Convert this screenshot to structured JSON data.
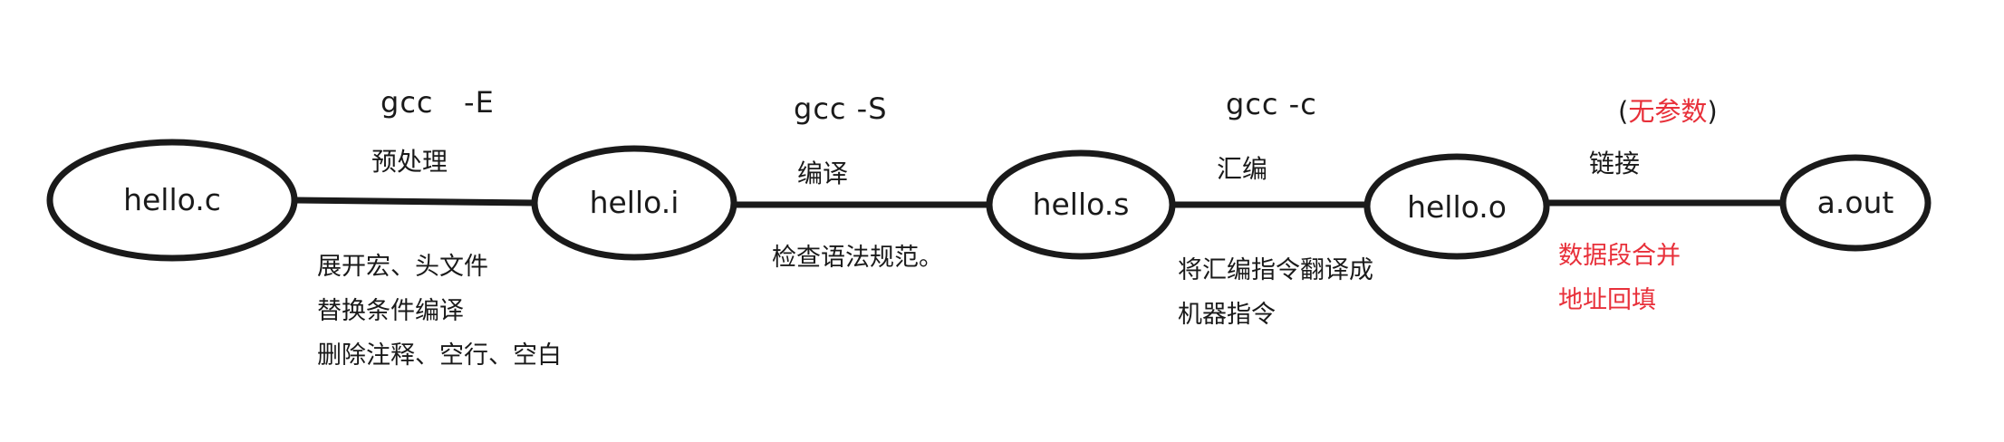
{
  "nodes": [
    {
      "id": "hello_c",
      "label": "hello.c"
    },
    {
      "id": "hello_i",
      "label": "hello.i"
    },
    {
      "id": "hello_s",
      "label": "hello.s"
    },
    {
      "id": "hello_o",
      "label": "hello.o"
    },
    {
      "id": "a_out",
      "label": "a.out"
    }
  ],
  "stages": [
    {
      "command": "gcc   -E",
      "name": "预处理",
      "notes": [
        "展开宏、头文件",
        "替换条件编译",
        "删除注释、空行、空白"
      ]
    },
    {
      "command": "gcc -S",
      "name": "编译",
      "notes": [
        "检查语法规范。"
      ]
    },
    {
      "command": "gcc -c",
      "name": "汇编",
      "notes": [
        "将汇编指令翻译成",
        "机器指令"
      ]
    },
    {
      "command_open": "(",
      "command": "无参数",
      "command_close": ")",
      "name": "链接",
      "notes": [
        "数据段合并",
        "地址回填"
      ]
    }
  ],
  "colors": {
    "ink": "#1a1a1a",
    "highlight": "#e8303a",
    "background": "#ffffff"
  }
}
